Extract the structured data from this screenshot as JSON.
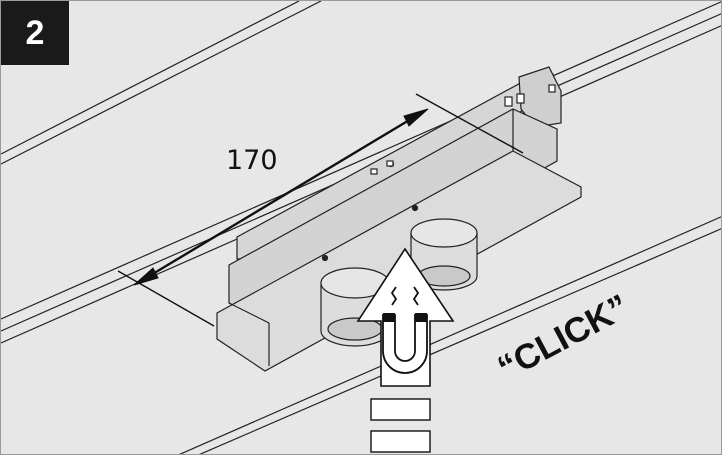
{
  "step": {
    "number": "2"
  },
  "dimension": {
    "length_label": "170"
  },
  "sound": {
    "label": "“CLICK”"
  },
  "icons": {
    "magnet": "magnet-icon",
    "attraction": "attraction-wave-icon",
    "push_arrow": "push-up-arrow-icon"
  },
  "colors": {
    "background": "#e7e7e7",
    "line": "#111111",
    "step_badge": "#1a1a1a",
    "fixture_fill": "#dcdcdc",
    "magnet_red": "#c8102e"
  }
}
